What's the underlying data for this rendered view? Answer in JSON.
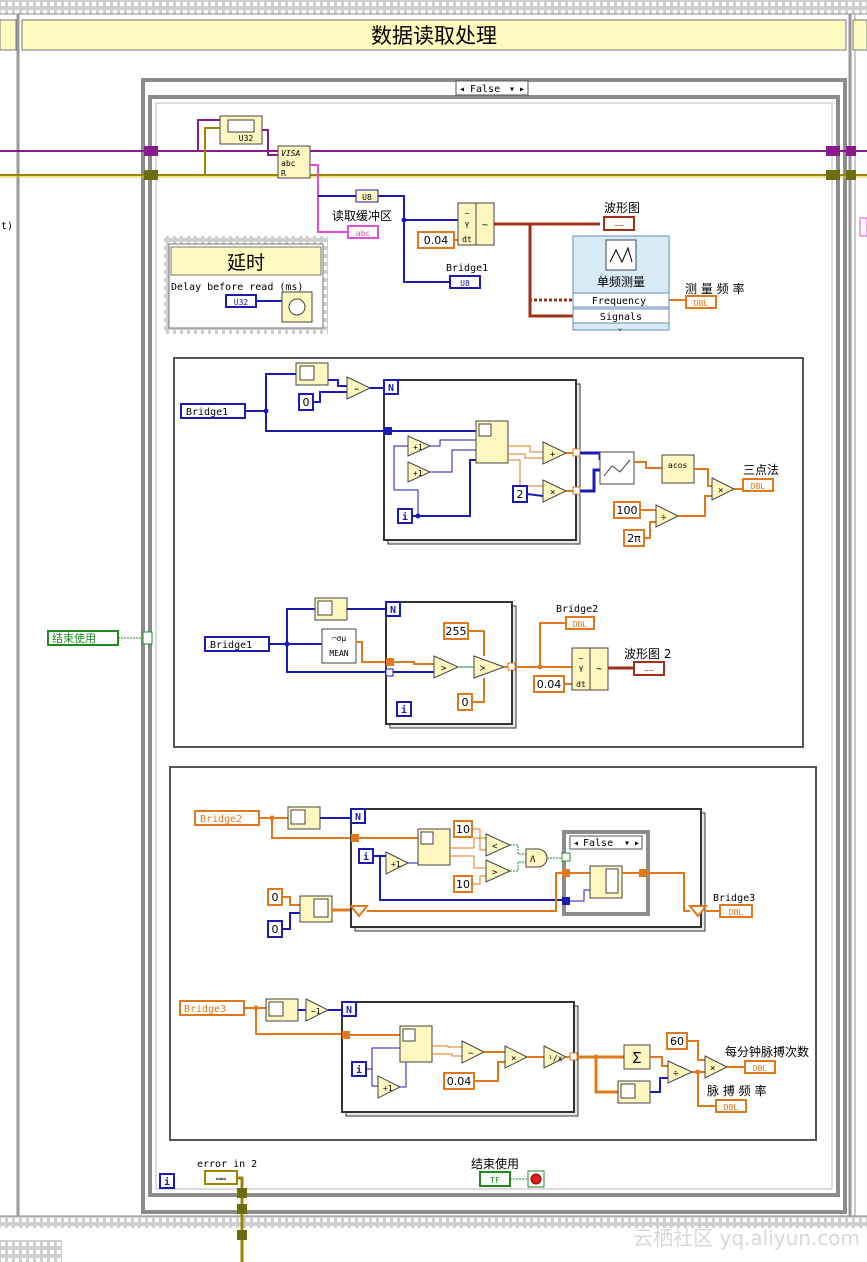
{
  "frame": {
    "title": "数据读取处理"
  },
  "case_selector": {
    "value": "False"
  },
  "inner_case_selector": {
    "value": "False"
  },
  "delay_box": {
    "title": "延时",
    "label": "Delay before read (ms)"
  },
  "visa": {
    "read_buffer_label": "读取缓冲区"
  },
  "terminals": {
    "u32": "U32",
    "u8": "U8",
    "abc": "abc",
    "dbl": "DBL",
    "tf": "TF",
    "wave": "~~",
    "i": "i",
    "n": "N"
  },
  "labels": {
    "waveform": "波形图",
    "waveform2": "波形图 2",
    "bridge1_out": "Bridge1",
    "bridge2_out": "Bridge2",
    "bridge3_out": "Bridge3",
    "measure_freq": "测 量 频 率",
    "three_point": "三点法",
    "per_minute": "每分钟脉搏次数",
    "pulse_freq": "脉 搏 频 率",
    "end_use": "结束使用",
    "error_in": "error in  2",
    "side_t": "t)"
  },
  "controls": {
    "bridge1_a": "Bridge1",
    "bridge1_b": "Bridge1",
    "bridge2": "Bridge2",
    "bridge3": "Bridge3",
    "end_use": "结束使用"
  },
  "express_vi": {
    "title": "单频测量",
    "output1": "Frequency",
    "output2": "Signals"
  },
  "constants": {
    "dt_a": "0.04",
    "dt_b": "0.04",
    "dt_c": "0.04",
    "zero_a": "0",
    "zero_b": "0",
    "zero_c": "0",
    "zero_d": "0",
    "two": "2",
    "hundred": "100",
    "two_pi": "2π",
    "c255": "255",
    "ten_a": "10",
    "ten_b": "10",
    "sixty": "60",
    "mean": "MEAN",
    "y": "Y",
    "dt": "dt"
  },
  "colors": {
    "int_wire": "#1b1bb4",
    "dbl_wire": "#e0781c",
    "str_wire": "#e050d0",
    "bool_wire": "#208a20",
    "err_wire": "#a08400",
    "visa_wire": "#8a1a8a",
    "node_fill": "#fff7c0",
    "frame_border": "#8c8c8c"
  },
  "watermark": "云栖社区 yq.aliyun.com"
}
